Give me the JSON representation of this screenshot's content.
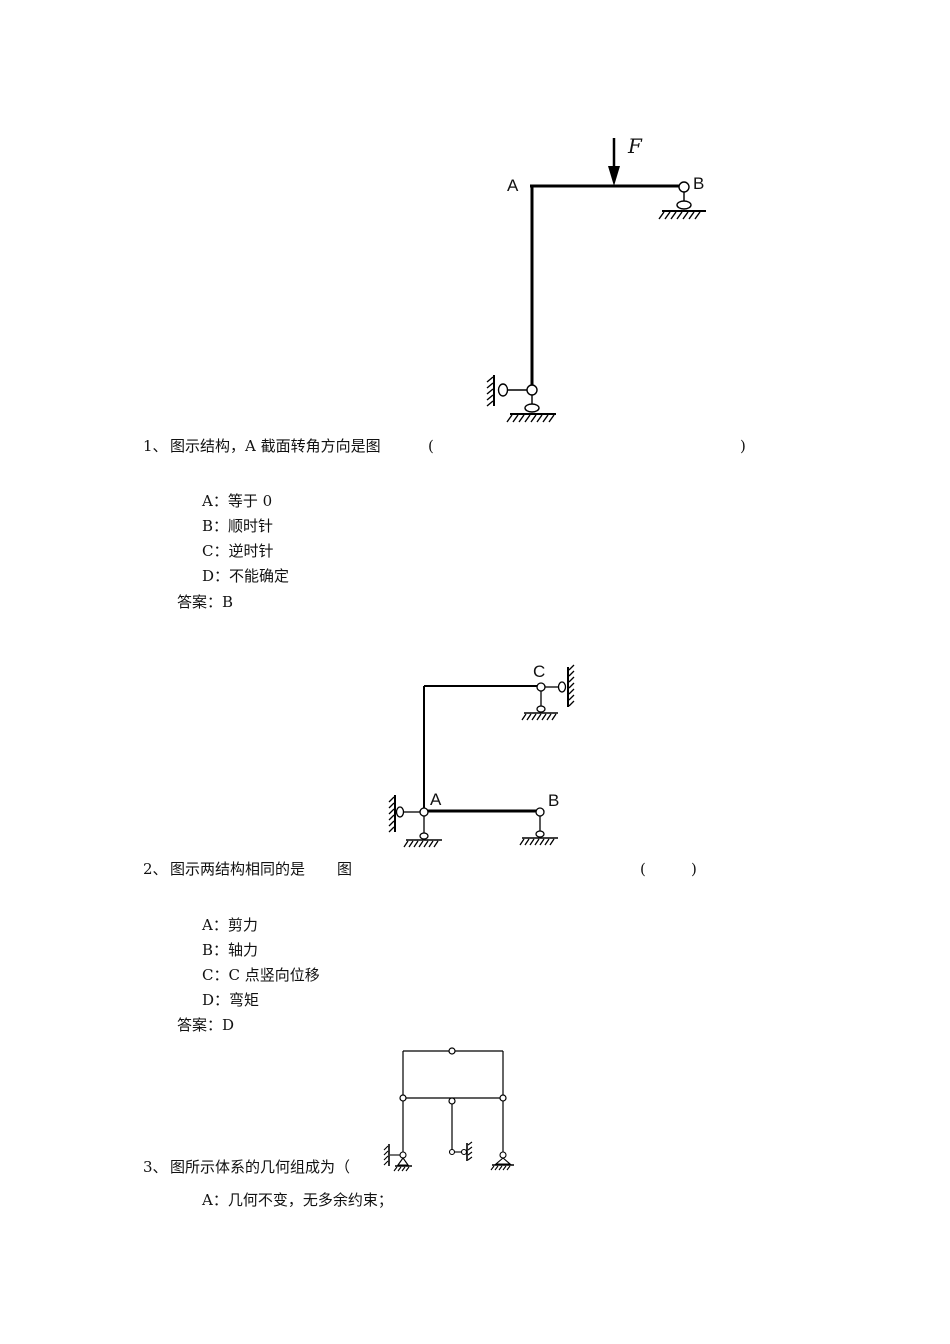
{
  "q1": {
    "figure": {
      "label_a": "A",
      "label_b": "B",
      "label_f": "F"
    },
    "number": "1、",
    "text": "图示结构，A 截面转角方向是图",
    "paren_open": "(",
    "paren_close": ")",
    "options": [
      {
        "key": "A：",
        "text": "等于 0"
      },
      {
        "key": "B：",
        "text": "顺时针"
      },
      {
        "key": "C：",
        "text": "逆时针"
      },
      {
        "key": "D：",
        "text": "不能确定"
      }
    ],
    "answer_label": "答案：",
    "answer": "B"
  },
  "q2": {
    "figure": {
      "label_a": "A",
      "label_b": "B",
      "label_c": "C"
    },
    "number": "2、",
    "text": "图示两结构相同的是",
    "tail": "图",
    "paren_open": "(",
    "paren_close": ")",
    "options": [
      {
        "key": "A：",
        "text": "剪力"
      },
      {
        "key": "B：",
        "text": "轴力"
      },
      {
        "key": "C：",
        "text": "C 点竖向位移"
      },
      {
        "key": "D：",
        "text": "弯矩"
      }
    ],
    "answer_label": "答案：",
    "answer": "D"
  },
  "q3": {
    "number": "3、",
    "text": "图所示体系的几何组成为（",
    "options": [
      {
        "key": "A：",
        "text": "几何不变，无多余约束；"
      }
    ]
  }
}
